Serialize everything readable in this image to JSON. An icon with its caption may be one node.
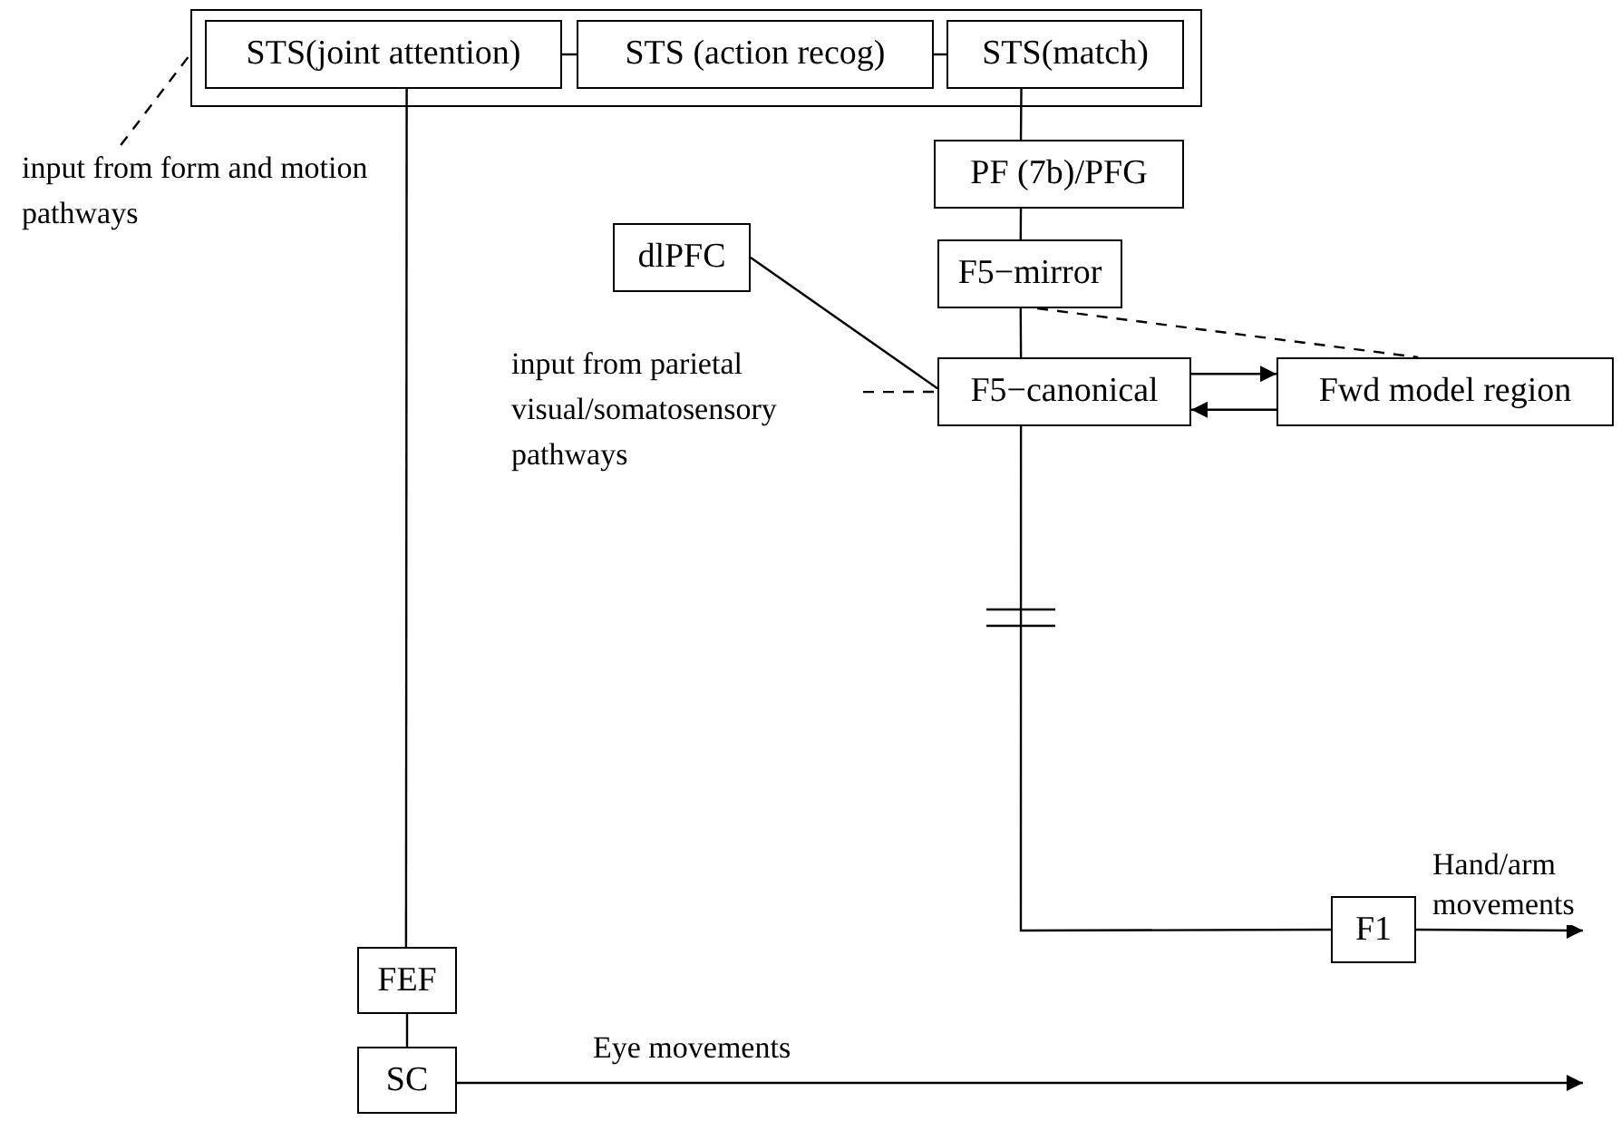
{
  "diagram": {
    "nodes": [
      {
        "text": [],
        "shape": "box"
      },
      {
        "text": [
          "STS(joint attention)"
        ],
        "in": 0
      },
      {
        "text": [
          "STS (action recog)"
        ],
        "in": 0
      },
      {
        "text": [
          "STS(match)"
        ],
        "in": 0
      },
      {
        "text": [
          "input from form and motion pathways"
        ]
      },
      {
        "text": [
          "PF (7b)/PFG"
        ]
      },
      {
        "text": [
          "dlPFC"
        ]
      },
      {
        "text": [
          "F5−mirror"
        ]
      },
      {
        "text": [
          "input from parietal visual/somatosensory pathways"
        ]
      },
      {
        "text": [
          "F5−canonical"
        ]
      },
      {
        "text": [
          "Fwd model region"
        ]
      },
      {
        "text": [
          "F1"
        ]
      },
      {
        "text": [
          "FEF"
        ]
      },
      {
        "text": [
          "SC"
        ]
      }
    ],
    "edges": [
      {
        "from": 1,
        "to": 2,
        "arrow": "none"
      },
      {
        "from": 2,
        "to": 3,
        "arrow": "none"
      },
      {
        "from": 4,
        "to": 0,
        "arrow": "none",
        "style": "dashed"
      },
      {
        "from": 3,
        "to": 5,
        "arrow": "none"
      },
      {
        "from": 5,
        "to": 7,
        "arrow": "none"
      },
      {
        "from": 7,
        "to": 9,
        "arrow": "none"
      },
      {
        "from": 6,
        "to": 9,
        "arrow": "none"
      },
      {
        "from": 8,
        "to": 9,
        "arrow": "none",
        "style": "dashed"
      },
      {
        "from": 7,
        "to": 10,
        "arrow": "none",
        "style": "dashed"
      },
      {
        "from": 9,
        "to": 10,
        "arrow": "to"
      },
      {
        "from": 10,
        "to": 9,
        "arrow": "to"
      },
      {
        "from": 9,
        "to": 11,
        "arrow": "none"
      },
      {
        "from": 11,
        "to": null,
        "arrow": "to",
        "label": "Hand/arm movements"
      },
      {
        "from": 1,
        "to": 12,
        "arrow": "none"
      },
      {
        "from": 12,
        "to": 13,
        "arrow": "none"
      },
      {
        "from": 13,
        "to": null,
        "arrow": "to",
        "label": "Eye movements"
      }
    ]
  }
}
